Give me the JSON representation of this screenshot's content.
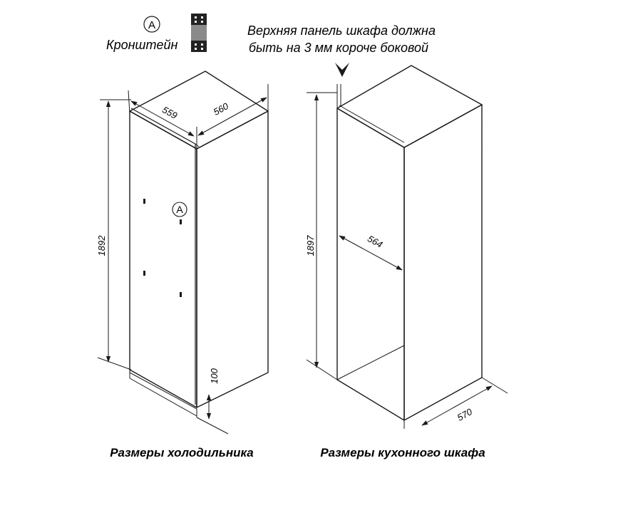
{
  "legend": {
    "marker": "A",
    "label": "Кронштейн",
    "icon": "bracket-icon"
  },
  "note": {
    "line1": "Верхняя панель шкафа должна",
    "line2": "быть на 3 мм короче боковой"
  },
  "fridge": {
    "marker": "A",
    "caption": "Размеры холодильника",
    "dims": {
      "width": "559",
      "depth": "560",
      "height": "1892",
      "plinth": "100"
    }
  },
  "cabinet": {
    "caption": "Размеры кухонного шкафа",
    "dims": {
      "height": "1897",
      "width": "564",
      "depth": "570"
    }
  },
  "colors": {
    "line": "#1a1a1a",
    "bracket_fill": "#808080",
    "bracket_dark": "#222222"
  }
}
